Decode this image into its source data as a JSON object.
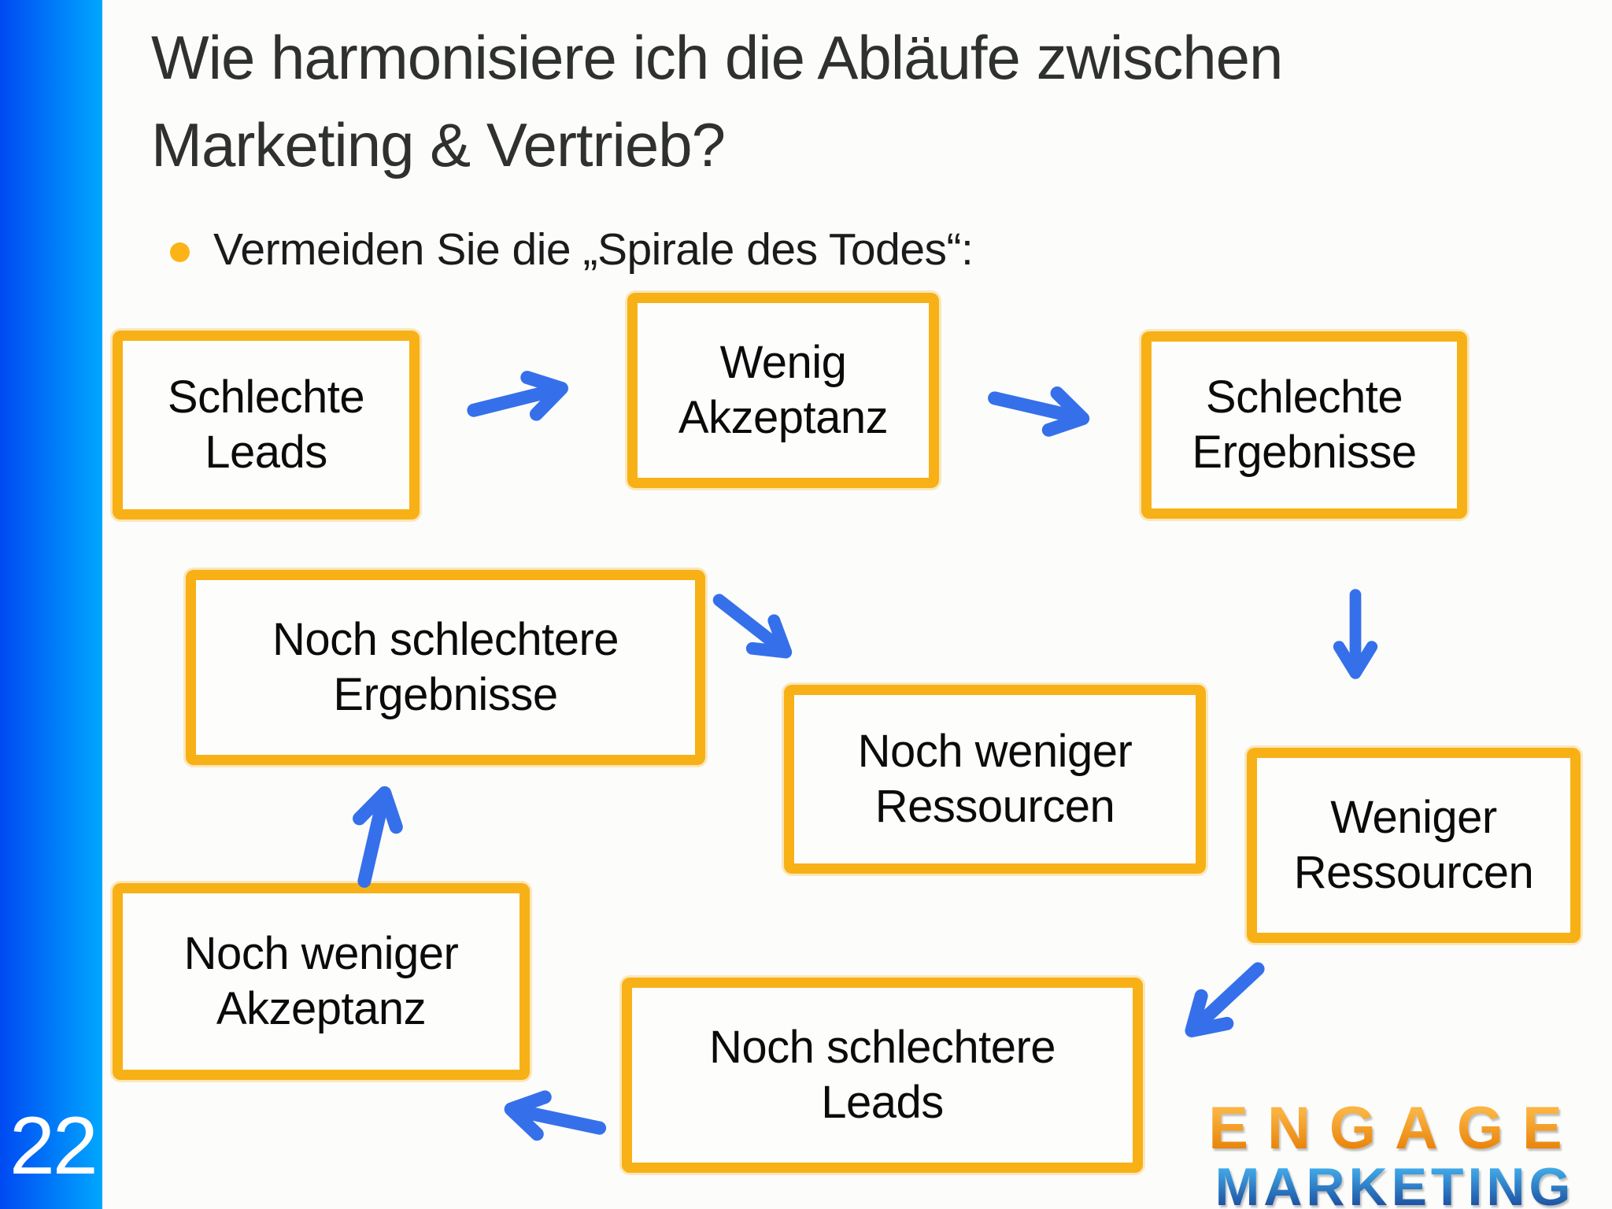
{
  "slide": {
    "page_number": "22",
    "title": {
      "line1": "Wie harmonisiere ich die Abläufe zwischen",
      "line2": "Marketing & Vertrieb?"
    },
    "bullet": {
      "text": "Vermeiden Sie die „Spirale des Todes“:"
    },
    "background_color": "#FCFCFB",
    "sidebar_gradient": [
      "#0049F2",
      "#00A7FE"
    ]
  },
  "diagram": {
    "box_border_color": "#F7B116",
    "arrow_color": "#3570EA",
    "boxes": [
      {
        "id": "schlechte-leads",
        "lines": [
          "Schlechte",
          "Leads"
        ]
      },
      {
        "id": "wenig-akzeptanz",
        "lines": [
          "Wenig",
          "Akzeptanz"
        ]
      },
      {
        "id": "schlechte-ergebnisse",
        "lines": [
          "Schlechte",
          "Ergebnisse"
        ]
      },
      {
        "id": "weniger-ressourcen",
        "lines": [
          "Weniger",
          "Ressourcen"
        ]
      },
      {
        "id": "noch-schlechtere-leads",
        "lines": [
          "Noch schlechtere",
          "Leads"
        ]
      },
      {
        "id": "noch-weniger-akzeptanz",
        "lines": [
          "Noch weniger",
          "Akzeptanz"
        ]
      },
      {
        "id": "noch-schlechtere-ergebnisse",
        "lines": [
          "Noch schlechtere",
          "Ergebnisse"
        ]
      },
      {
        "id": "noch-weniger-ressourcen",
        "lines": [
          "Noch weniger",
          "Ressourcen"
        ]
      }
    ],
    "arrows": [
      {
        "icon": "arrow-right-up-icon",
        "from": "schlechte-leads",
        "to": "wenig-akzeptanz"
      },
      {
        "icon": "arrow-right-down-icon",
        "from": "wenig-akzeptanz",
        "to": "schlechte-ergebnisse"
      },
      {
        "icon": "arrow-down-icon",
        "from": "schlechte-ergebnisse",
        "to": "weniger-ressourcen"
      },
      {
        "icon": "arrow-down-left-icon",
        "from": "weniger-ressourcen",
        "to": "noch-schlechtere-leads"
      },
      {
        "icon": "arrow-left-icon",
        "from": "noch-schlechtere-leads",
        "to": "noch-weniger-akzeptanz"
      },
      {
        "icon": "arrow-up-icon",
        "from": "noch-weniger-akzeptanz",
        "to": "noch-schlechtere-ergebnisse"
      },
      {
        "icon": "arrow-down-right-icon",
        "from": "noch-schlechtere-ergebnisse",
        "to": "noch-weniger-ressourcen"
      }
    ]
  },
  "logo": {
    "line1": "ENGAGE",
    "line2": "MARKETING",
    "line1_gradient": [
      "#FBB441",
      "#E8830B"
    ],
    "line2_gradient": [
      "#41AAE9",
      "#1A4C9E"
    ]
  }
}
